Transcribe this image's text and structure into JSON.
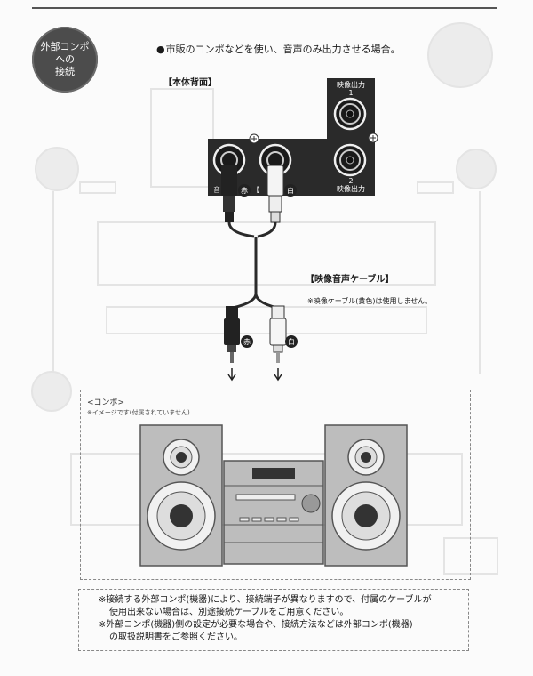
{
  "badge": {
    "line1": "外部コンポ",
    "line2": "への",
    "line3": "接続"
  },
  "intro": {
    "bullet": "●",
    "text": "市販のコンポなどを使い、音声のみ出力させる場合。"
  },
  "back_panel": {
    "label": "【本体背面】",
    "video_out_1": {
      "line1": "映像出力",
      "line2": "1"
    },
    "video_out_2": {
      "line1": "2",
      "line2": "映像出力"
    },
    "jack_text_left": "音",
    "jack_text_mid": "【",
    "plug_red": "赤",
    "plug_white": "白"
  },
  "cable": {
    "label": "【映像音声ケーブル】",
    "note": "※映像ケーブル(黄色)は使用しません。",
    "plug_red": "赤",
    "plug_white": "白"
  },
  "combo": {
    "title": "<コンポ>",
    "subtitle": "※イメージです(付属されていません)"
  },
  "notes": {
    "line1": "※接続する外部コンポ(機器)により、接続端子が異なりますので、付属のケーブルが",
    "line2": "使用出来ない場合は、別途接続ケーブルをご用意ください。",
    "line3": "※外部コンポ(機器)側の設定が必要な場合や、接続方法などは外部コンポ(機器)",
    "line4": "の取扱説明書をご参照ください。"
  },
  "colors": {
    "panel": "#2a2a2a",
    "badge": "#4c4c4c",
    "speaker": "#bdbdbd",
    "watermark": "#e6e6e6"
  }
}
